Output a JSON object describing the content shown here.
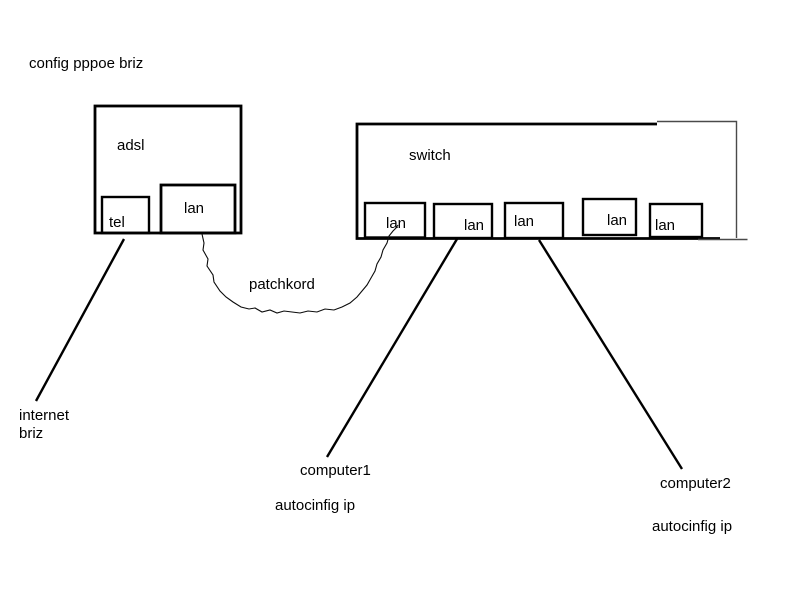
{
  "canvas": {
    "background_color": "#ffffff",
    "ink_color": "#000000",
    "pencil_color": "#4a4a4a"
  },
  "diagram": {
    "title": "config pppoe briz",
    "adsl": {
      "label": "adsl",
      "tel_port": "tel",
      "lan_port": "lan"
    },
    "switch": {
      "label": "switch",
      "ports": [
        "lan",
        "lan",
        "lan",
        "lan",
        "lan"
      ]
    },
    "cable_label": "patchkord",
    "internet": {
      "line1": "internet",
      "line2": "briz"
    },
    "computer1": {
      "label": "computer1",
      "note": "autocinfig ip"
    },
    "computer2": {
      "label": "computer2",
      "note": "autocinfig ip"
    }
  }
}
